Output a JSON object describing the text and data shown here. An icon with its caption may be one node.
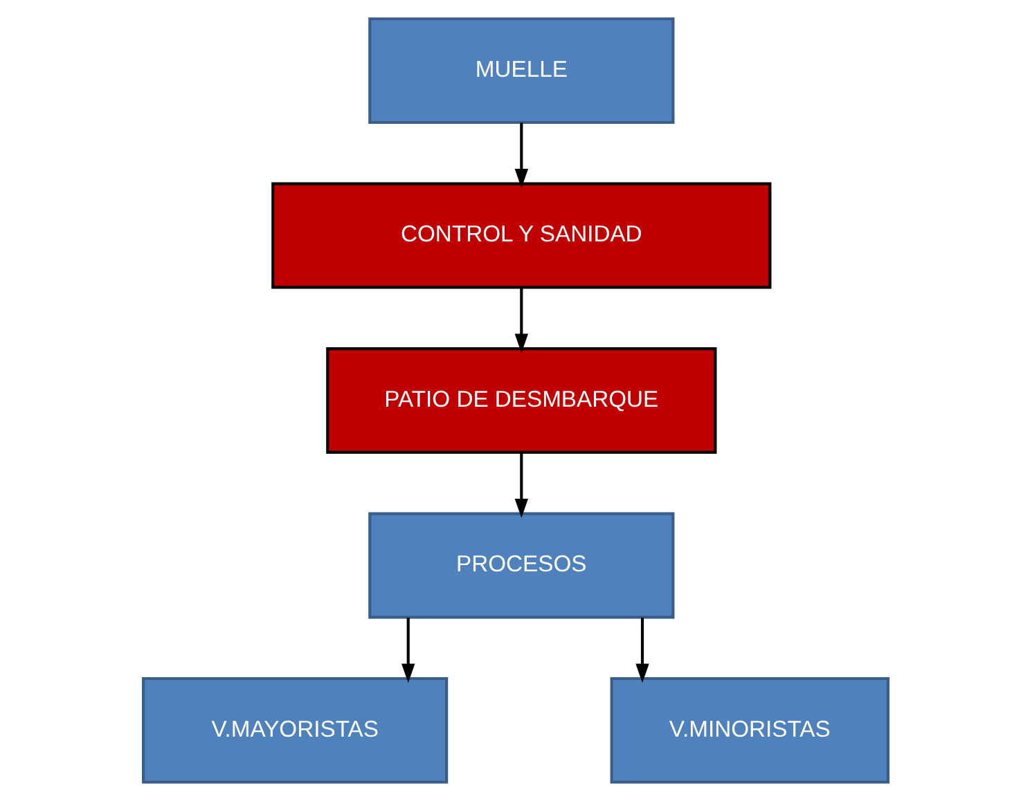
{
  "diagram": {
    "nodes": [
      {
        "text": [
          "MUELLE"
        ]
      },
      {
        "text": [
          "CONTROL Y SANIDAD"
        ]
      },
      {
        "text": [
          "PATIO DE DESMBARQUE"
        ]
      },
      {
        "text": [
          "PROCESOS"
        ]
      },
      {
        "text": [
          "V.MAYORISTAS"
        ]
      },
      {
        "text": [
          "V.MINORISTAS"
        ]
      }
    ],
    "edges": [
      {
        "from": 0,
        "to": 1,
        "arrow": "to"
      },
      {
        "from": 1,
        "to": 2,
        "arrow": "to"
      },
      {
        "from": 2,
        "to": 3,
        "arrow": "to"
      },
      {
        "from": 3,
        "to": 4,
        "arrow": "to"
      },
      {
        "from": 3,
        "to": 5,
        "arrow": "to"
      }
    ]
  }
}
